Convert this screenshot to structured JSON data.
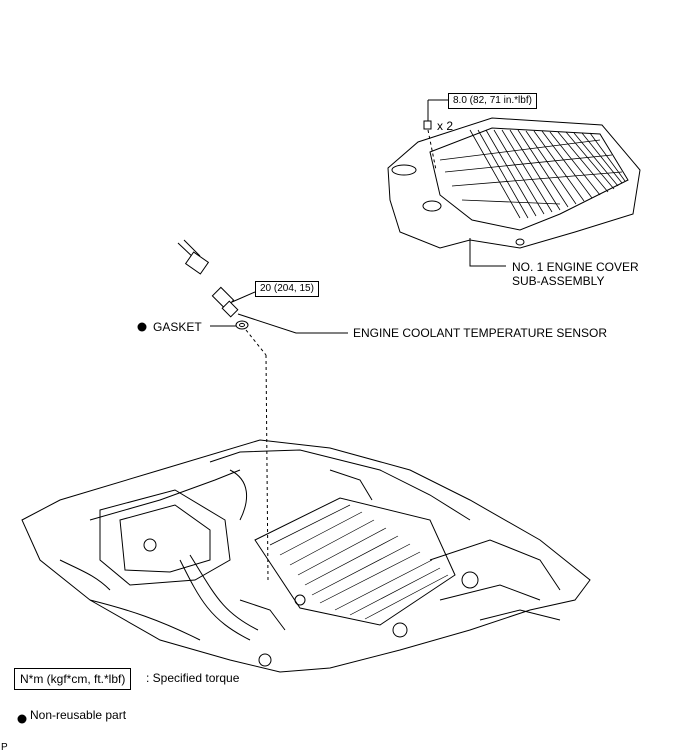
{
  "callouts": {
    "cover_torque": "8.0 (82, 71 in.*lbf)",
    "cover_qty": "x 2",
    "cover_name_line1": "NO. 1 ENGINE COVER",
    "cover_name_line2": "SUB-ASSEMBLY",
    "sensor_torque": "20 (204, 15)",
    "gasket": "GASKET",
    "sensor_name": "ENGINE COOLANT TEMPERATURE SENSOR"
  },
  "legend": {
    "torque_unit": "N*m (kgf*cm, ft.*lbf)",
    "torque_desc": ": Specified torque",
    "nonreusable_desc": "Non-reusable part"
  },
  "footer": {
    "code": "P"
  }
}
